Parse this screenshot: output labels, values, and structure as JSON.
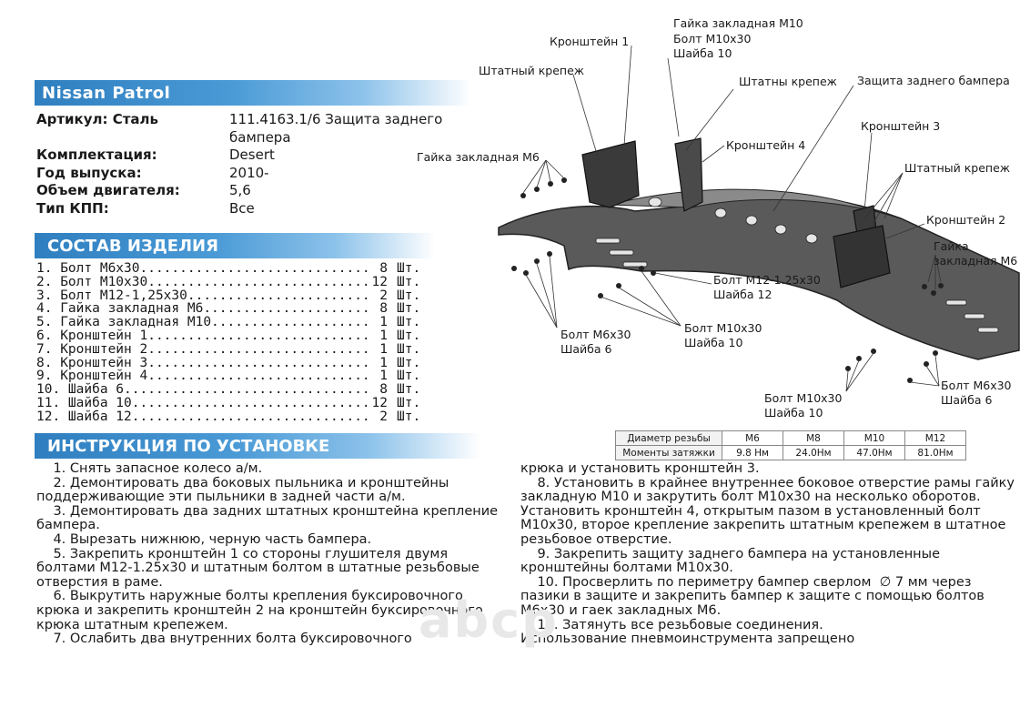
{
  "title": "Nissan Patrol",
  "specs": [
    {
      "key": "Артикул: Сталь",
      "value": "111.4163.1/6 Защита заднего бампера"
    },
    {
      "key": "Комплектация:",
      "value": "Desert"
    },
    {
      "key": "Год выпуска:",
      "value": "2010-"
    },
    {
      "key": "Объем двигателя:",
      "value": "5,6"
    },
    {
      "key": "Тип КПП:",
      "value": "Все"
    }
  ],
  "parts_heading": "СОСТАВ ИЗДЕЛИЯ",
  "parts": [
    {
      "name": "1. Болт М6х30.............................",
      "qty": "8",
      "unit": "Шт."
    },
    {
      "name": "2. Болт М10х30............................",
      "qty": "12",
      "unit": "Шт."
    },
    {
      "name": "3. Болт М12-1,25х30.......................",
      "qty": "2",
      "unit": "Шт."
    },
    {
      "name": "4. Гайка закладная М6.....................",
      "qty": "8",
      "unit": "Шт."
    },
    {
      "name": "5. Гайка закладная М10....................",
      "qty": "1",
      "unit": "Шт."
    },
    {
      "name": "6. Кронштейн 1............................",
      "qty": "1",
      "unit": "Шт."
    },
    {
      "name": "7. Кронштейн 2............................",
      "qty": "1",
      "unit": "Шт."
    },
    {
      "name": "8. Кронштейн 3............................",
      "qty": "1",
      "unit": "Шт."
    },
    {
      "name": "9. Кронштейн 4............................",
      "qty": "1",
      "unit": "Шт."
    },
    {
      "name": "10. Шайба 6...............................",
      "qty": "8",
      "unit": "Шт."
    },
    {
      "name": "11. Шайба 10..............................",
      "qty": "12",
      "unit": "Шт."
    },
    {
      "name": "12. Шайба 12..............................",
      "qty": "2",
      "unit": "Шт."
    }
  ],
  "instructions_heading": "ИНСТРУКЦИЯ ПО УСТАНОВКЕ",
  "torque": {
    "row1_label": "Диаметр резьбы",
    "row2_label": "Моменты затяжки",
    "sizes": [
      "М6",
      "М8",
      "М10",
      "М12"
    ],
    "values": [
      "9.8 Нм",
      "24.0Нм",
      "47.0Нм",
      "81.0Нм"
    ]
  },
  "instructions_left": [
    "    1. Снять запасное колесо а/м.",
    "    2. Демонтировать два боковых пыльника и кронштейны поддерживающие эти пыльники в задней части а/м.",
    "    3. Демонтировать два задних штатных кронштейна крепление бампера.",
    "    4. Вырезать нижнюю, черную часть бампера.",
    "    5. Закрепить кронштейн 1 со стороны глушителя двумя болтами М12-1.25х30 и штатным болтом в штатные резьбовые отверстия в раме.",
    "    6. Выкрутить наружные болты крепления буксировочного крюка и закрепить кронштейн 2 на кронштейн буксировочного крюка штатным крепежем.",
    "    7. Ослабить два внутренних болта буксировочного"
  ],
  "instructions_right": [
    "крюка и установить кронштейн 3.",
    "    8. Установить в крайнее внутреннее боковое отверстие рамы гайку закладную М10 и закрутить болт М10х30 на несколько оборотов. Установить кронштейн 4, открытым пазом в установленный болт М10х30, второе крепление закрепить штатным крепежем в штатное резьбовое отверстие.",
    "    9. Закрепить защиту заднего бампера на установленные кронштейны болтами М10х30.",
    "    10. Просверлить по периметру бампер сверлом  ∅ 7 мм через пазики в защите и закрепить бампер к защите с помощью болтов М6х30 и гаек закладных М6.",
    "    11. Затянуть все резьбовые соединения.",
    "Использование пневмоинструмента запрещено"
  ],
  "diagram_labels": {
    "bracket1": "Кронштейн 1",
    "stock_fastener_1": "Штатный крепеж",
    "nut_m10": [
      "Гайка закладная М10",
      "Болт М10х30",
      "Шайба 10"
    ],
    "stock_fastener_2": "Штатны крепеж",
    "rear_bumper_guard": "Защита заднего бампера",
    "bracket4": "Кронштейн 4",
    "bracket3": "Кронштейн 3",
    "nut_m6_left": "Гайка закладная М6",
    "stock_fastener_3": "Штатный крепеж",
    "bracket2": "Кронштейн 2",
    "nut_m6_right": [
      "Гайка",
      "закладная М6"
    ],
    "bolt_m12": [
      "Болт М12-1.25х30",
      "Шайба 12"
    ],
    "bolt_m6_left": [
      "Болт М6х30",
      "Шайба 6"
    ],
    "bolt_m10_mid": [
      "Болт М10х30",
      "Шайба 10"
    ],
    "bolt_m6_right": [
      "Болт М6х30",
      "Шайба 6"
    ],
    "bolt_m10_bottom": [
      "Болт М10х30",
      "Шайба 10"
    ]
  },
  "watermark": "abcp"
}
